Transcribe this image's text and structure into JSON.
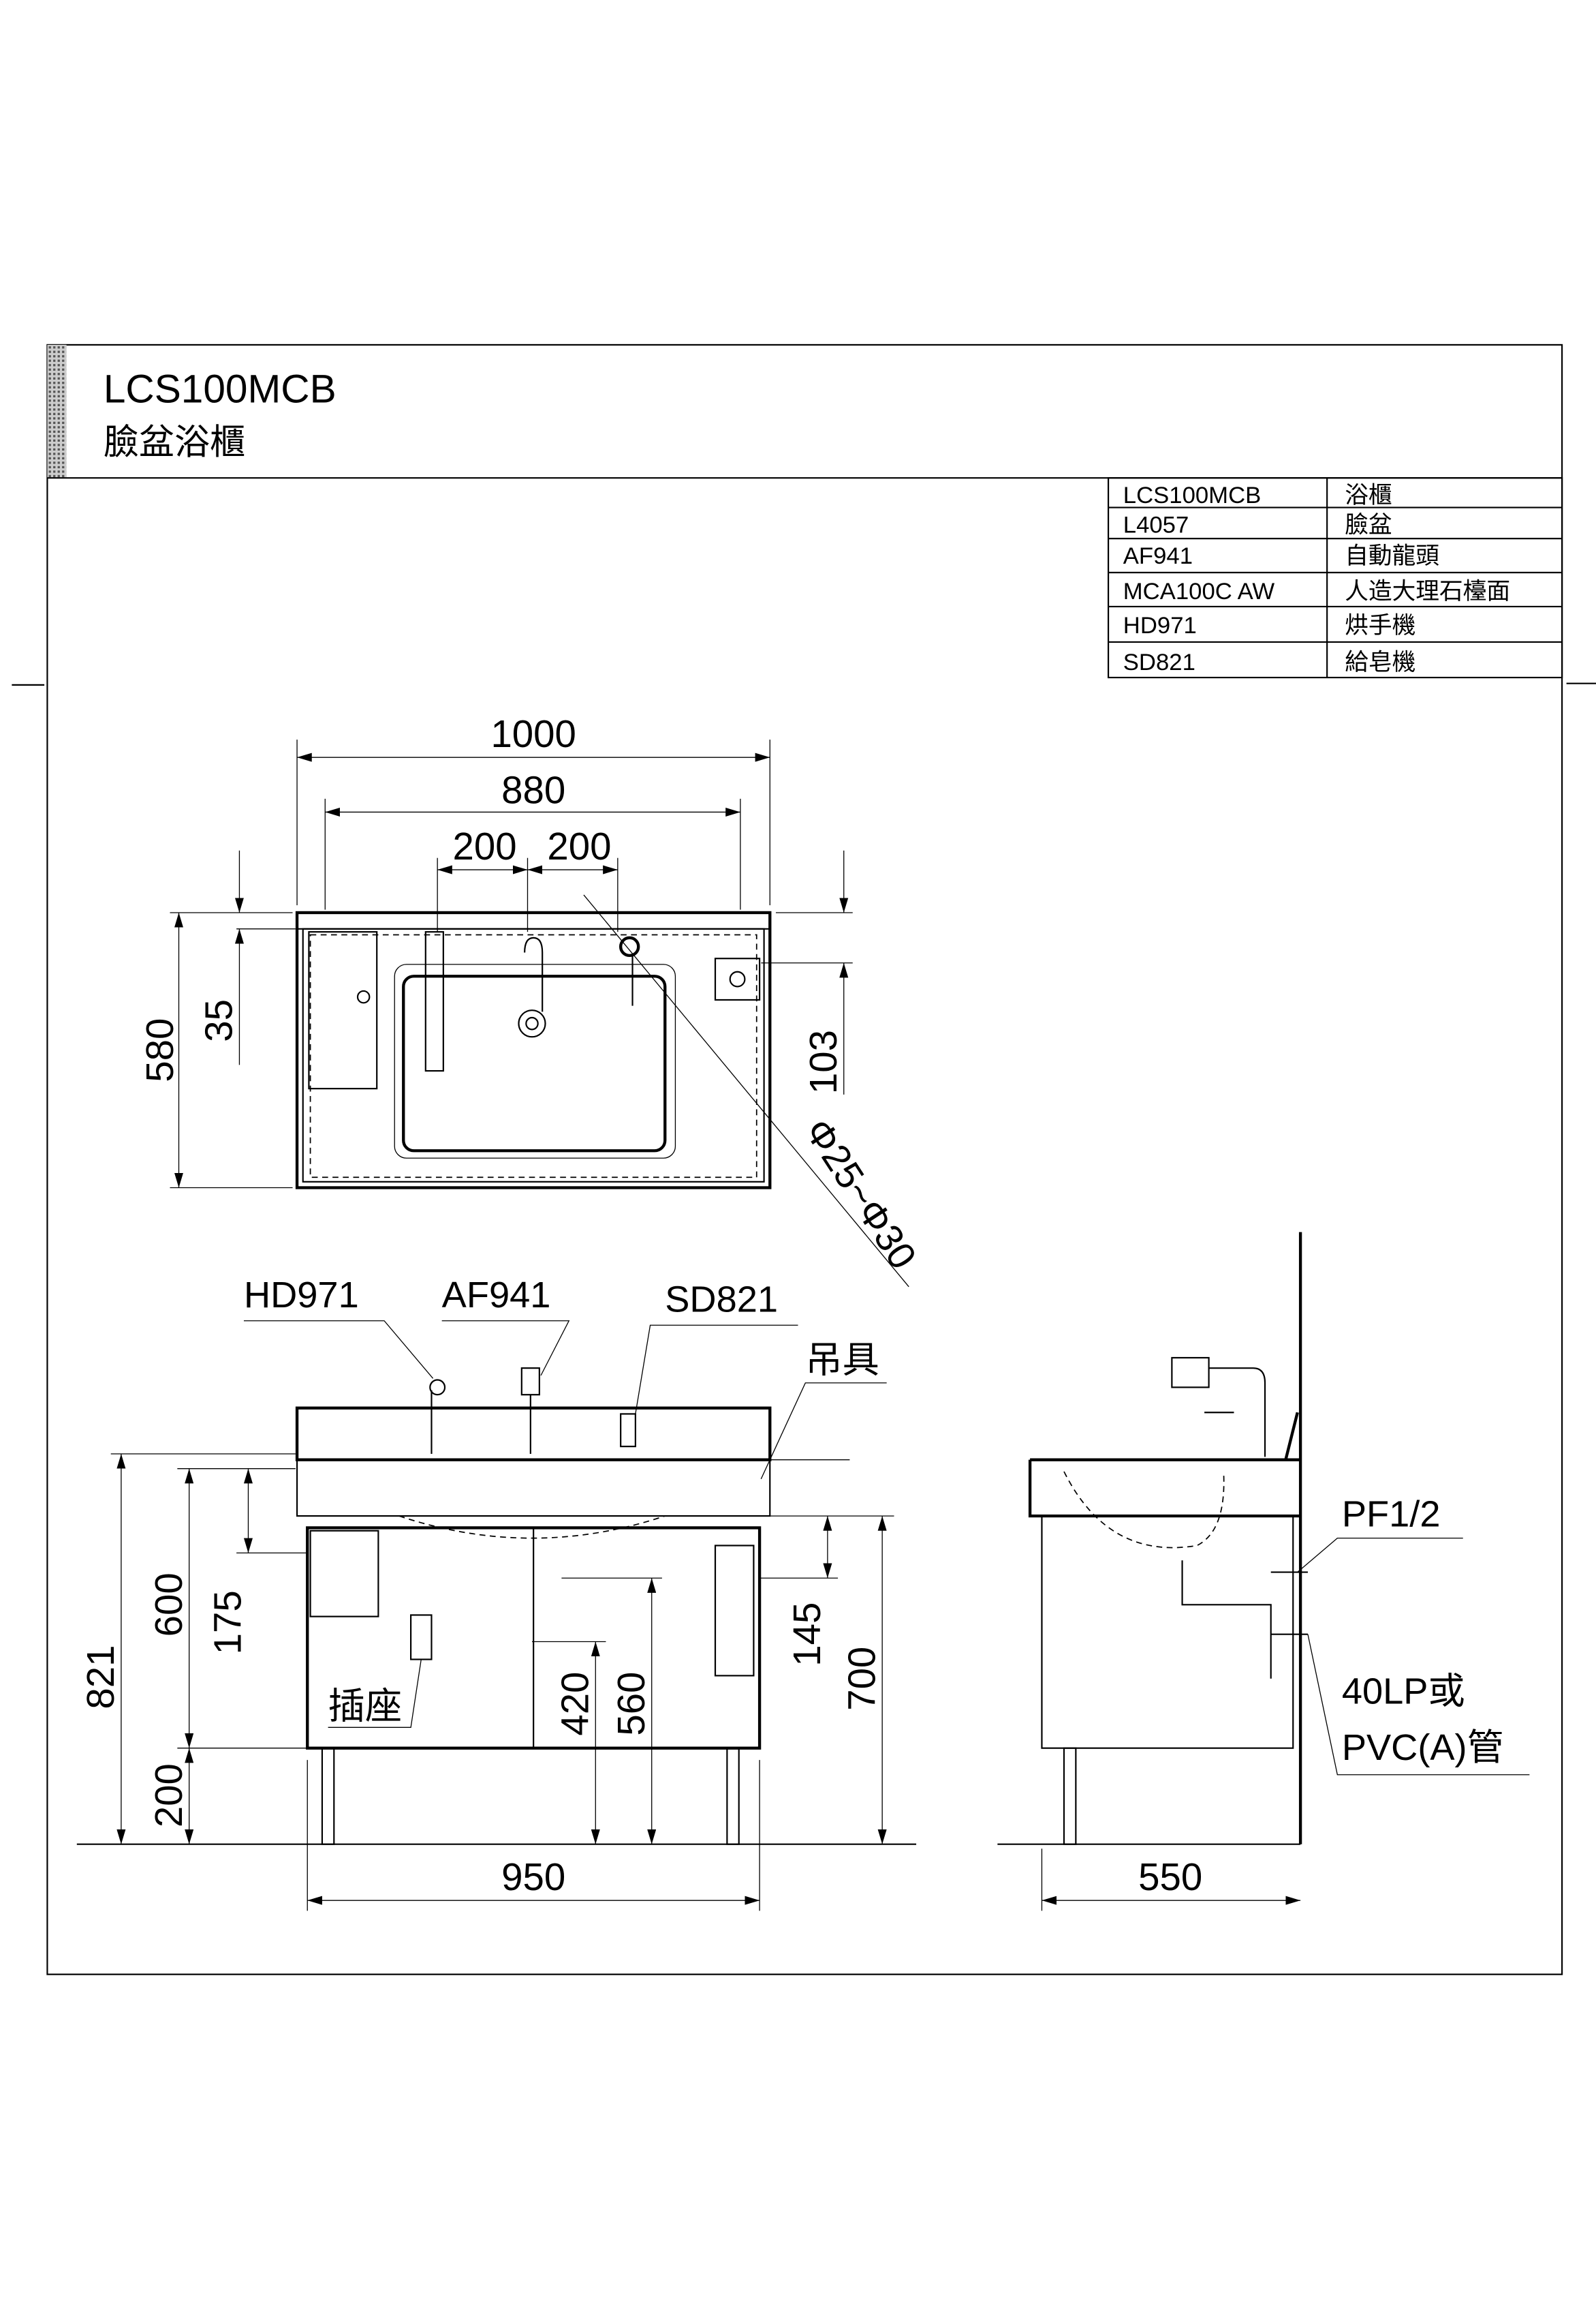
{
  "header": {
    "title": "LCS100MCB",
    "subtitle": "臉盆浴櫃"
  },
  "parts_table": [
    {
      "code": "LCS100MCB",
      "name": "浴櫃"
    },
    {
      "code": "L4057",
      "name": "臉盆"
    },
    {
      "code": "AF941",
      "name": "自動龍頭"
    },
    {
      "code": "MCA100C AW",
      "name": "人造大理石檯面"
    },
    {
      "code": "HD971",
      "name": "烘手機"
    },
    {
      "code": "SD821",
      "name": "給皂機"
    }
  ],
  "top_view": {
    "dim_overall_width": "1000",
    "dim_basin_width": "880",
    "dim_left_spacing": "200",
    "dim_right_spacing": "200",
    "dim_depth": "580",
    "dim_front_offset": "35",
    "dim_side_offset": "103",
    "dim_hole_diameter": "Φ25~Φ30"
  },
  "front_view": {
    "callout_dryer": "HD971",
    "callout_faucet": "AF941",
    "callout_soap": "SD821",
    "callout_hanger": "吊具",
    "callout_socket": "插座",
    "dim_total_height": "821",
    "dim_cabinet_height": "600",
    "dim_socket_drop": "175",
    "dim_leg_height": "200",
    "dim_drain_height": "420",
    "dim_supply_height": "560",
    "dim_hanger_drop": "145",
    "dim_hanger_height": "700",
    "dim_cabinet_width": "950"
  },
  "side_view": {
    "callout_supply": "PF1/2",
    "callout_drain_1": "40LP或",
    "callout_drain_2": "PVC(A)管",
    "dim_depth": "550"
  }
}
